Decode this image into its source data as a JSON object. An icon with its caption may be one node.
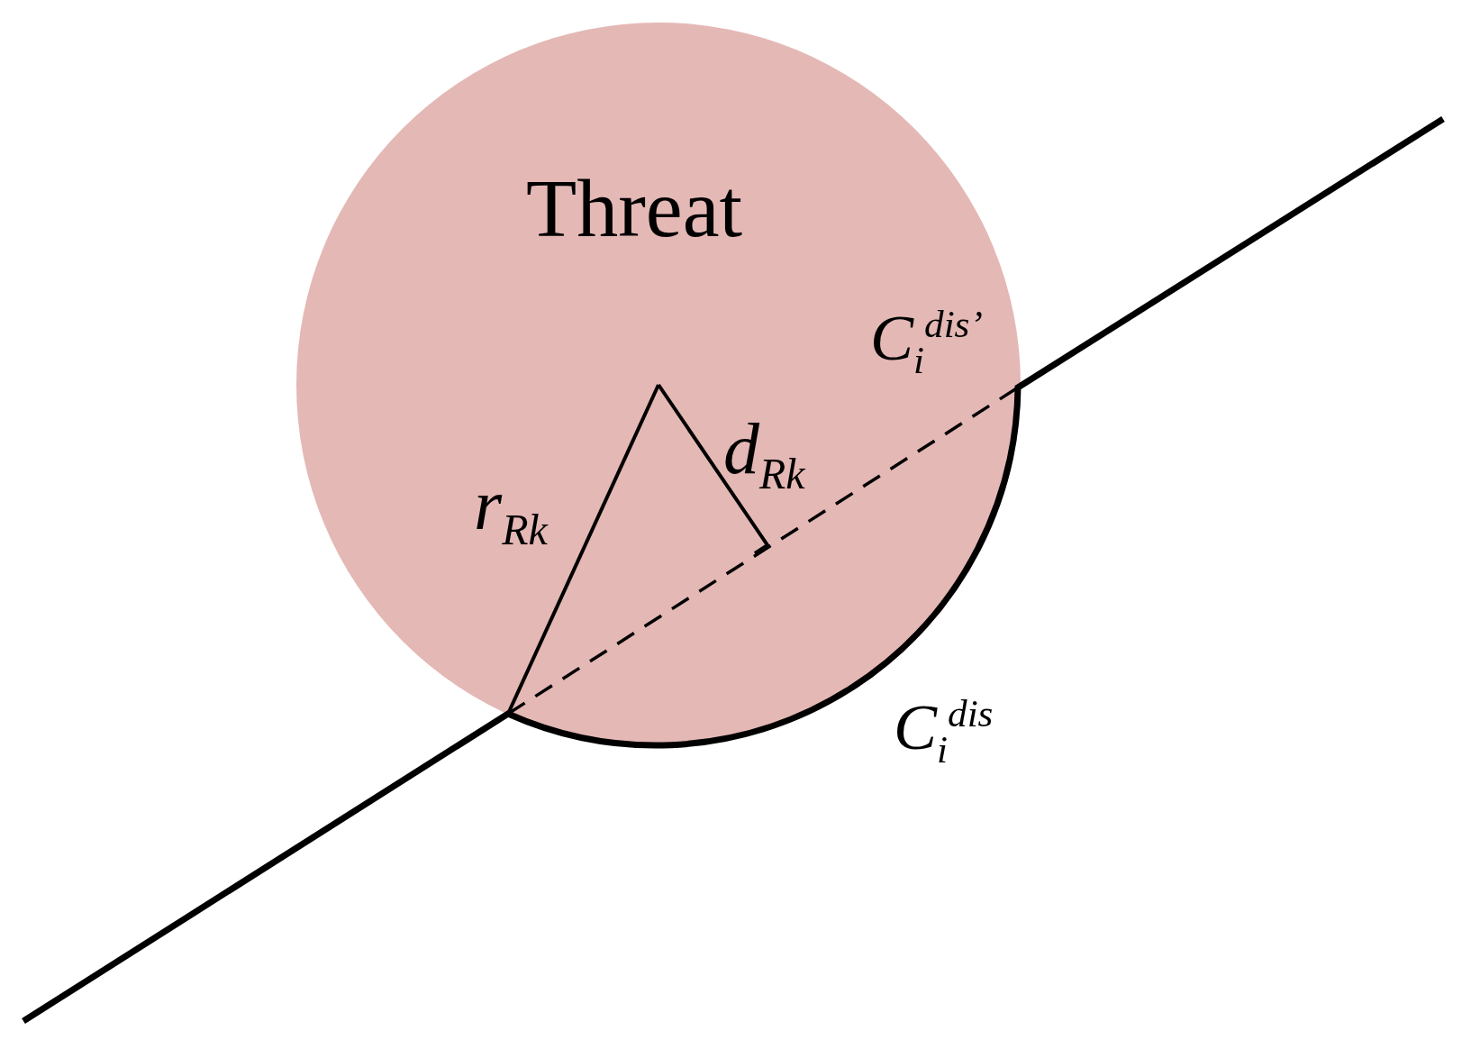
{
  "diagram": {
    "nodes": [
      {
        "text": [
          "Threat"
        ]
      }
    ],
    "labels": [
      "r$_{R}$$_{k}$",
      "d$_{R}$$_{k}$",
      "C$_{i}$$^{dis’}$",
      "C$_{i}$$^{dis}$"
    ]
  }
}
